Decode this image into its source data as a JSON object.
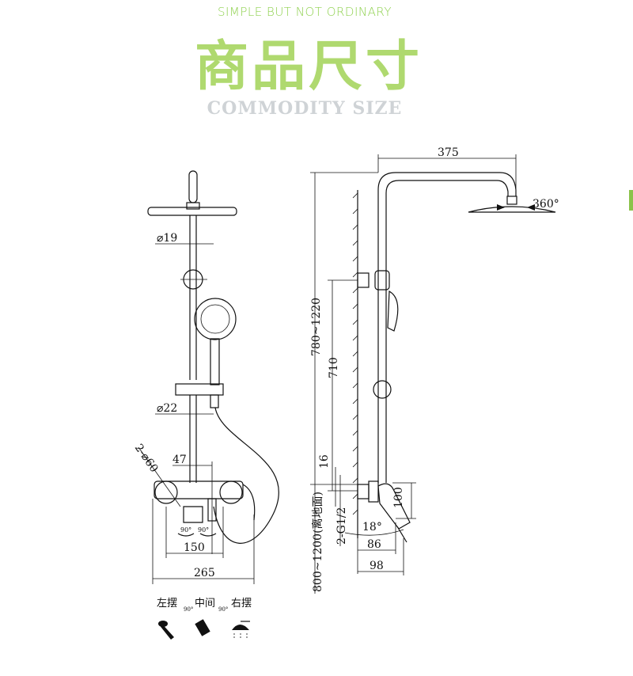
{
  "header": {
    "tagline": "SIMPLE BUT NOT ORDINARY",
    "title": "商品尺寸",
    "subtitle": "COMMODITY SIZE",
    "accent_color": "#afd96f"
  },
  "front_view": {
    "pipe_diameter_top": "⌀19",
    "pipe_diameter_bottom": "⌀22",
    "escutcheon": "2-⌀60",
    "offset": "47",
    "rotation_left": "90°",
    "rotation_right": "90°",
    "center_distance": "150",
    "total_width": "265"
  },
  "side_view": {
    "arm_length": "375",
    "head_rotation": "360°",
    "height_range": "780~1220",
    "bar_length": "710",
    "spacing": "16",
    "connector": "2-G1/2",
    "install_height": "800~1200(离地面)",
    "angle": "18°",
    "depth_1": "86",
    "depth_2": "98",
    "valve_height": "100"
  },
  "modes": [
    {
      "label": "左摆",
      "icon": "hand-shower-icon"
    },
    {
      "label": "中间",
      "icon": "spout-icon"
    },
    {
      "label": "右摆",
      "icon": "rain-shower-icon"
    }
  ],
  "mode_rotation": [
    "90°",
    "90°"
  ]
}
